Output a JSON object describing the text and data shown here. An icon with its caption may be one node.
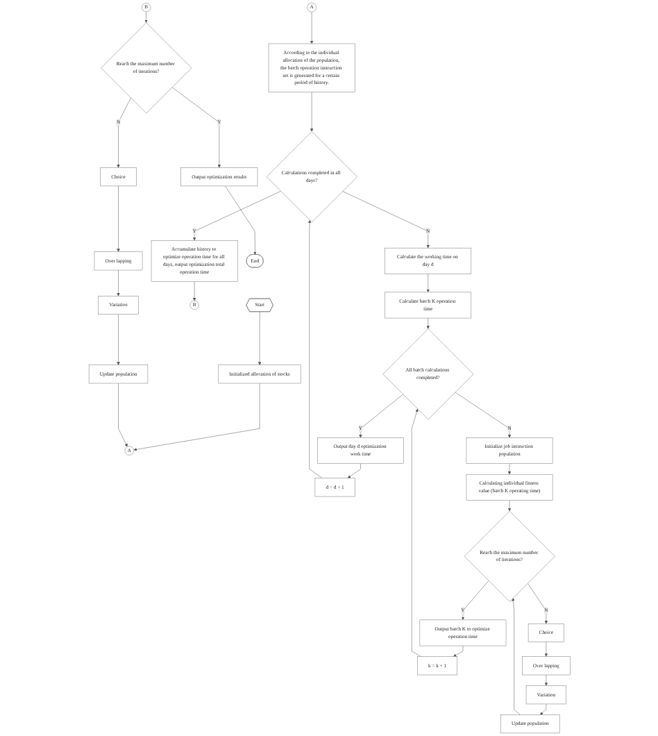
{
  "diagram": {
    "nodes": [
      {
        "text": [
          "Start"
        ]
      },
      {
        "text": [
          "Initialized allocation of stocks"
        ]
      },
      {
        "text": [
          "A"
        ]
      },
      {
        "text": [
          "A"
        ]
      },
      {
        "text": [
          "According to the individual allocation of the population, the batch operation instruction set is generated for a certain period of history."
        ]
      },
      {
        "text": [
          "Calculations completed in all days?"
        ]
      },
      {
        "text": [
          "Accumulate history to optimize operation time for all days, output optimization total operation time"
        ]
      },
      {
        "text": [
          "B"
        ]
      },
      {
        "text": [
          "Calculate the working time on day d"
        ]
      },
      {
        "text": [
          "Calculate batch K operation time"
        ]
      },
      {
        "text": [
          "d = d + 1"
        ]
      },
      {
        "text": [
          "All batch calculations completed?"
        ]
      },
      {
        "text": [
          "Output day d optimization work time"
        ]
      },
      {
        "text": [
          "Initialize job instruction population"
        ]
      },
      {
        "text": [
          "k = k + 1"
        ]
      },
      {
        "text": [
          "Calculating individual fitness value (batch K operating time)"
        ]
      },
      {
        "text": [
          "Reach the maximum number of iterations?"
        ]
      },
      {
        "text": [
          "Output batch K to optimize operation time"
        ]
      },
      {
        "text": [
          "Choice"
        ]
      },
      {
        "text": [
          "Over lapping"
        ]
      },
      {
        "text": [
          "Variation"
        ]
      },
      {
        "text": [
          "Update population"
        ]
      },
      {
        "text": [
          "B"
        ]
      },
      {
        "text": [
          "Reach the maximum number of iterations?"
        ]
      },
      {
        "text": [
          "Output optimization results"
        ]
      },
      {
        "text": [
          "End"
        ]
      },
      {
        "text": [
          "Choice"
        ]
      },
      {
        "text": [
          "Over lapping"
        ]
      },
      {
        "text": [
          "Variation"
        ]
      },
      {
        "text": [
          "Update population"
        ]
      }
    ],
    "edges": [
      {
        "from": 0,
        "to": 1,
        "arrow": "to"
      },
      {
        "from": 1,
        "to": 2,
        "arrow": "to"
      },
      {
        "from": 29,
        "to": 2,
        "arrow": "to"
      },
      {
        "from": 3,
        "to": 4,
        "arrow": "to"
      },
      {
        "from": 4,
        "to": 5,
        "arrow": "to"
      },
      {
        "from": 5,
        "to": 6,
        "arrow": "to",
        "label": "Y"
      },
      {
        "from": 6,
        "to": 7,
        "arrow": "to"
      },
      {
        "from": 5,
        "to": 8,
        "arrow": "to",
        "label": "N"
      },
      {
        "from": 8,
        "to": 9,
        "arrow": "to"
      },
      {
        "from": 9,
        "to": 11,
        "arrow": "to"
      },
      {
        "from": 11,
        "to": 12,
        "arrow": "to",
        "label": "Y"
      },
      {
        "from": 12,
        "to": 10,
        "arrow": "to"
      },
      {
        "from": 10,
        "to": 5,
        "arrow": "to"
      },
      {
        "from": 11,
        "to": 13,
        "arrow": "to",
        "label": "N"
      },
      {
        "from": 13,
        "to": 15,
        "arrow": "to"
      },
      {
        "from": 15,
        "to": 16,
        "arrow": "to"
      },
      {
        "from": 16,
        "to": 17,
        "arrow": "to",
        "label": "Y"
      },
      {
        "from": 17,
        "to": 14,
        "arrow": "to"
      },
      {
        "from": 14,
        "to": 11,
        "arrow": "to"
      },
      {
        "from": 16,
        "to": 18,
        "arrow": "to",
        "label": "N"
      },
      {
        "from": 18,
        "to": 19,
        "arrow": "to"
      },
      {
        "from": 19,
        "to": 20,
        "arrow": "to"
      },
      {
        "from": 20,
        "to": 21,
        "arrow": "to"
      },
      {
        "from": 21,
        "to": 16,
        "arrow": "to"
      },
      {
        "from": 22,
        "to": 23,
        "arrow": "to"
      },
      {
        "from": 23,
        "to": 24,
        "arrow": "to",
        "label": "Y"
      },
      {
        "from": 24,
        "to": 25,
        "arrow": "to"
      },
      {
        "from": 23,
        "to": 26,
        "arrow": "to",
        "label": "N"
      },
      {
        "from": 26,
        "to": 27,
        "arrow": "to"
      },
      {
        "from": 27,
        "to": 28,
        "arrow": "to"
      },
      {
        "from": 28,
        "to": 29,
        "arrow": "to"
      }
    ]
  }
}
